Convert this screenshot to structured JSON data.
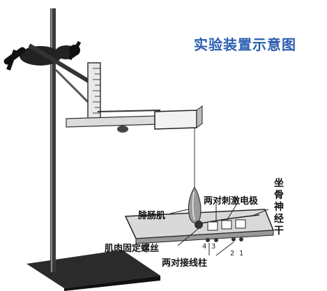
{
  "title": "实验装置示意图",
  "labels": {
    "muscle": "腓肠肌",
    "stim_electrodes": "两对刺激电极",
    "sciatic_nerve": "坐骨神经干",
    "muscle_screw": "肌肉固定螺丝",
    "binding_posts": "两对接线柱"
  },
  "terminal_numbers": [
    "4",
    "3",
    "2",
    "1"
  ]
}
